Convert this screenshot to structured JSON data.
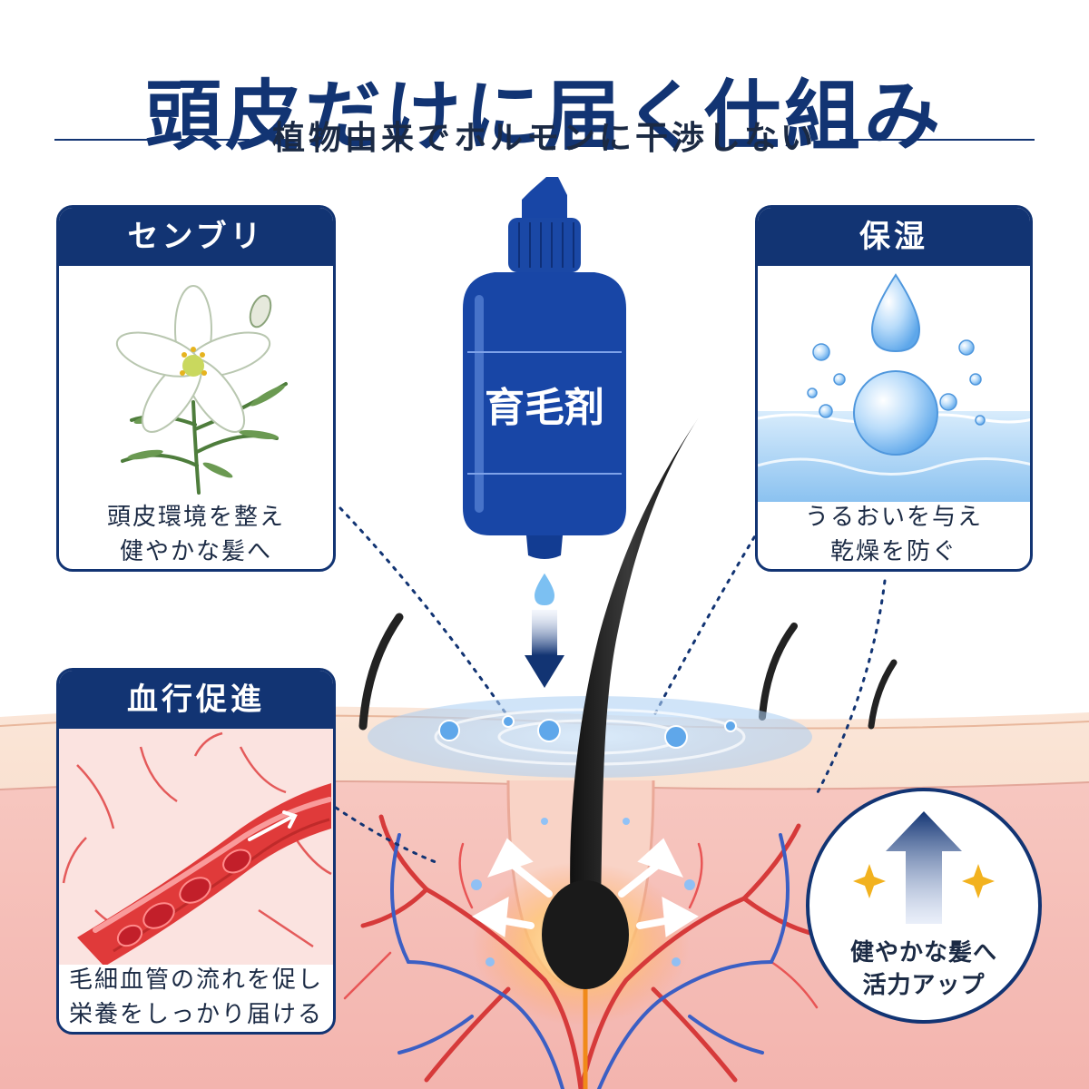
{
  "header": {
    "title": "頭皮だけに届く仕組み",
    "subtitle": "植物由来でホルモンに干渉しない"
  },
  "product": {
    "label": "育毛剤"
  },
  "cards": {
    "senburi": {
      "heading": "センブリ",
      "line1": "頭皮環境を整え",
      "line2": "健やかな髪へ",
      "icon": "white-flower-icon"
    },
    "moisture": {
      "heading": "保湿",
      "line1": "うるおいを与え",
      "line2": "乾燥を防ぐ",
      "icon": "water-drop-icon"
    },
    "circulation": {
      "heading": "血行促進",
      "line1": "毛細血管の流れを促し",
      "line2": "栄養をしっかり届ける",
      "icon": "blood-vessel-icon"
    }
  },
  "badge": {
    "line1": "健やかな髪へ",
    "line2": "活力アップ",
    "icon": "up-arrow-icon"
  },
  "colors": {
    "navy": "#123473",
    "bottle_blue": "#1846a6",
    "skin": "#f6d9c6",
    "vessel_red": "#d63a3a",
    "vessel_blue": "#3b5fc4",
    "sparkle_gold": "#f2b21f"
  }
}
